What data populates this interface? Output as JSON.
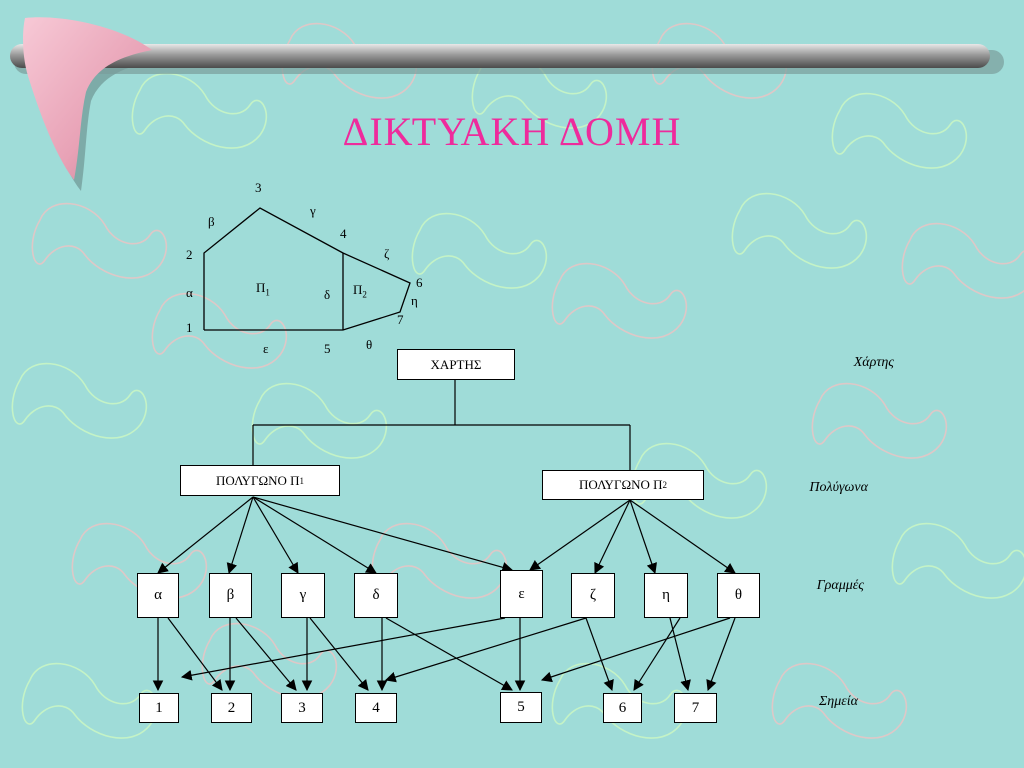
{
  "title": "ΔΙΚΤΥΑΚΗ ΔΟΜΗ",
  "levels": {
    "map": "Χάρτης",
    "polygons": "Πολύγωνα",
    "lines": "Γραμμές",
    "points": "Σημεία"
  },
  "tree": {
    "root": "ΧΑΡΤΗΣ",
    "polygon1": {
      "text": "ΠΟΛΥΓΩΝΟ Π",
      "sub": "1"
    },
    "polygon2": {
      "text": "ΠΟΛΥΓΩΝΟ Π",
      "sub": "2"
    },
    "lines": [
      "α",
      "β",
      "γ",
      "δ",
      "ε",
      "ζ",
      "η",
      "θ"
    ],
    "points": [
      "1",
      "2",
      "3",
      "4",
      "5",
      "6",
      "7"
    ]
  },
  "sketch": {
    "vertex_labels": [
      "1",
      "2",
      "3",
      "4",
      "5",
      "6",
      "7"
    ],
    "edge_labels": [
      "α",
      "β",
      "γ",
      "δ",
      "ε",
      "ζ",
      "η",
      "θ"
    ],
    "poly1": {
      "text": "Π",
      "sub": "1"
    },
    "poly2": {
      "text": "Π",
      "sub": "2"
    }
  }
}
